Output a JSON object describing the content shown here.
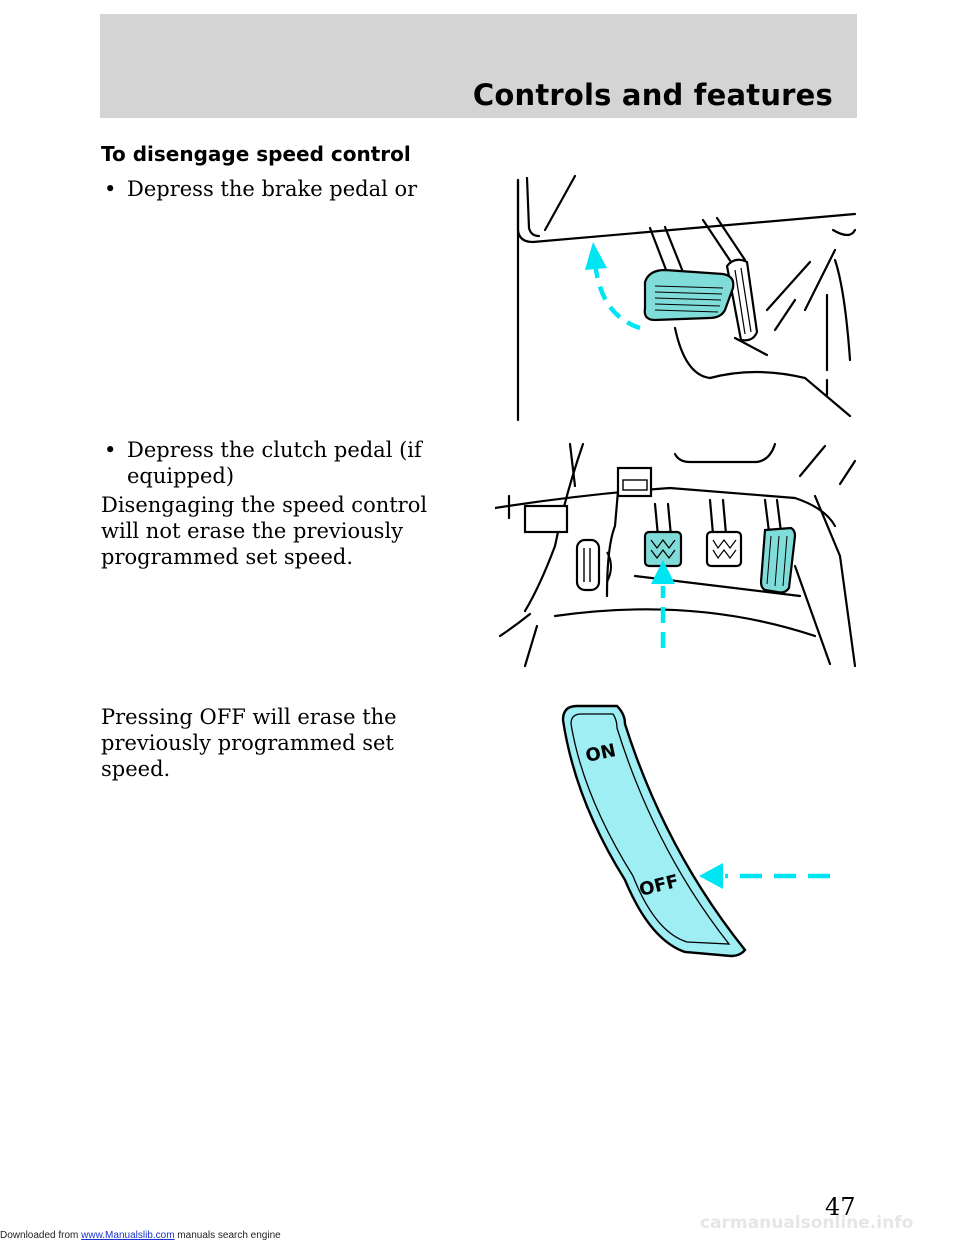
{
  "header": {
    "section_title": "Controls and features"
  },
  "content": {
    "heading": "To disengage speed control",
    "bullet_glyph": "•",
    "bullet1": "Depress the brake pedal or",
    "bullet2": "Depress the clutch pedal (if equipped)",
    "para1": "Disengaging the speed control will not erase the previously programmed set speed.",
    "para2": "Pressing OFF will erase the previously programmed set speed."
  },
  "switch_labels": {
    "on": "ON",
    "off": "OFF"
  },
  "page_number": "47",
  "footer": {
    "prefix": "Downloaded from ",
    "link": "www.Manualslib.com",
    "suffix": " manuals search engine"
  },
  "watermark": "carmanualsonline.info",
  "colors": {
    "highlight": "#00e5f2",
    "header_band": "#d4d4d4",
    "pedal_fill": "#7fdcd8"
  }
}
